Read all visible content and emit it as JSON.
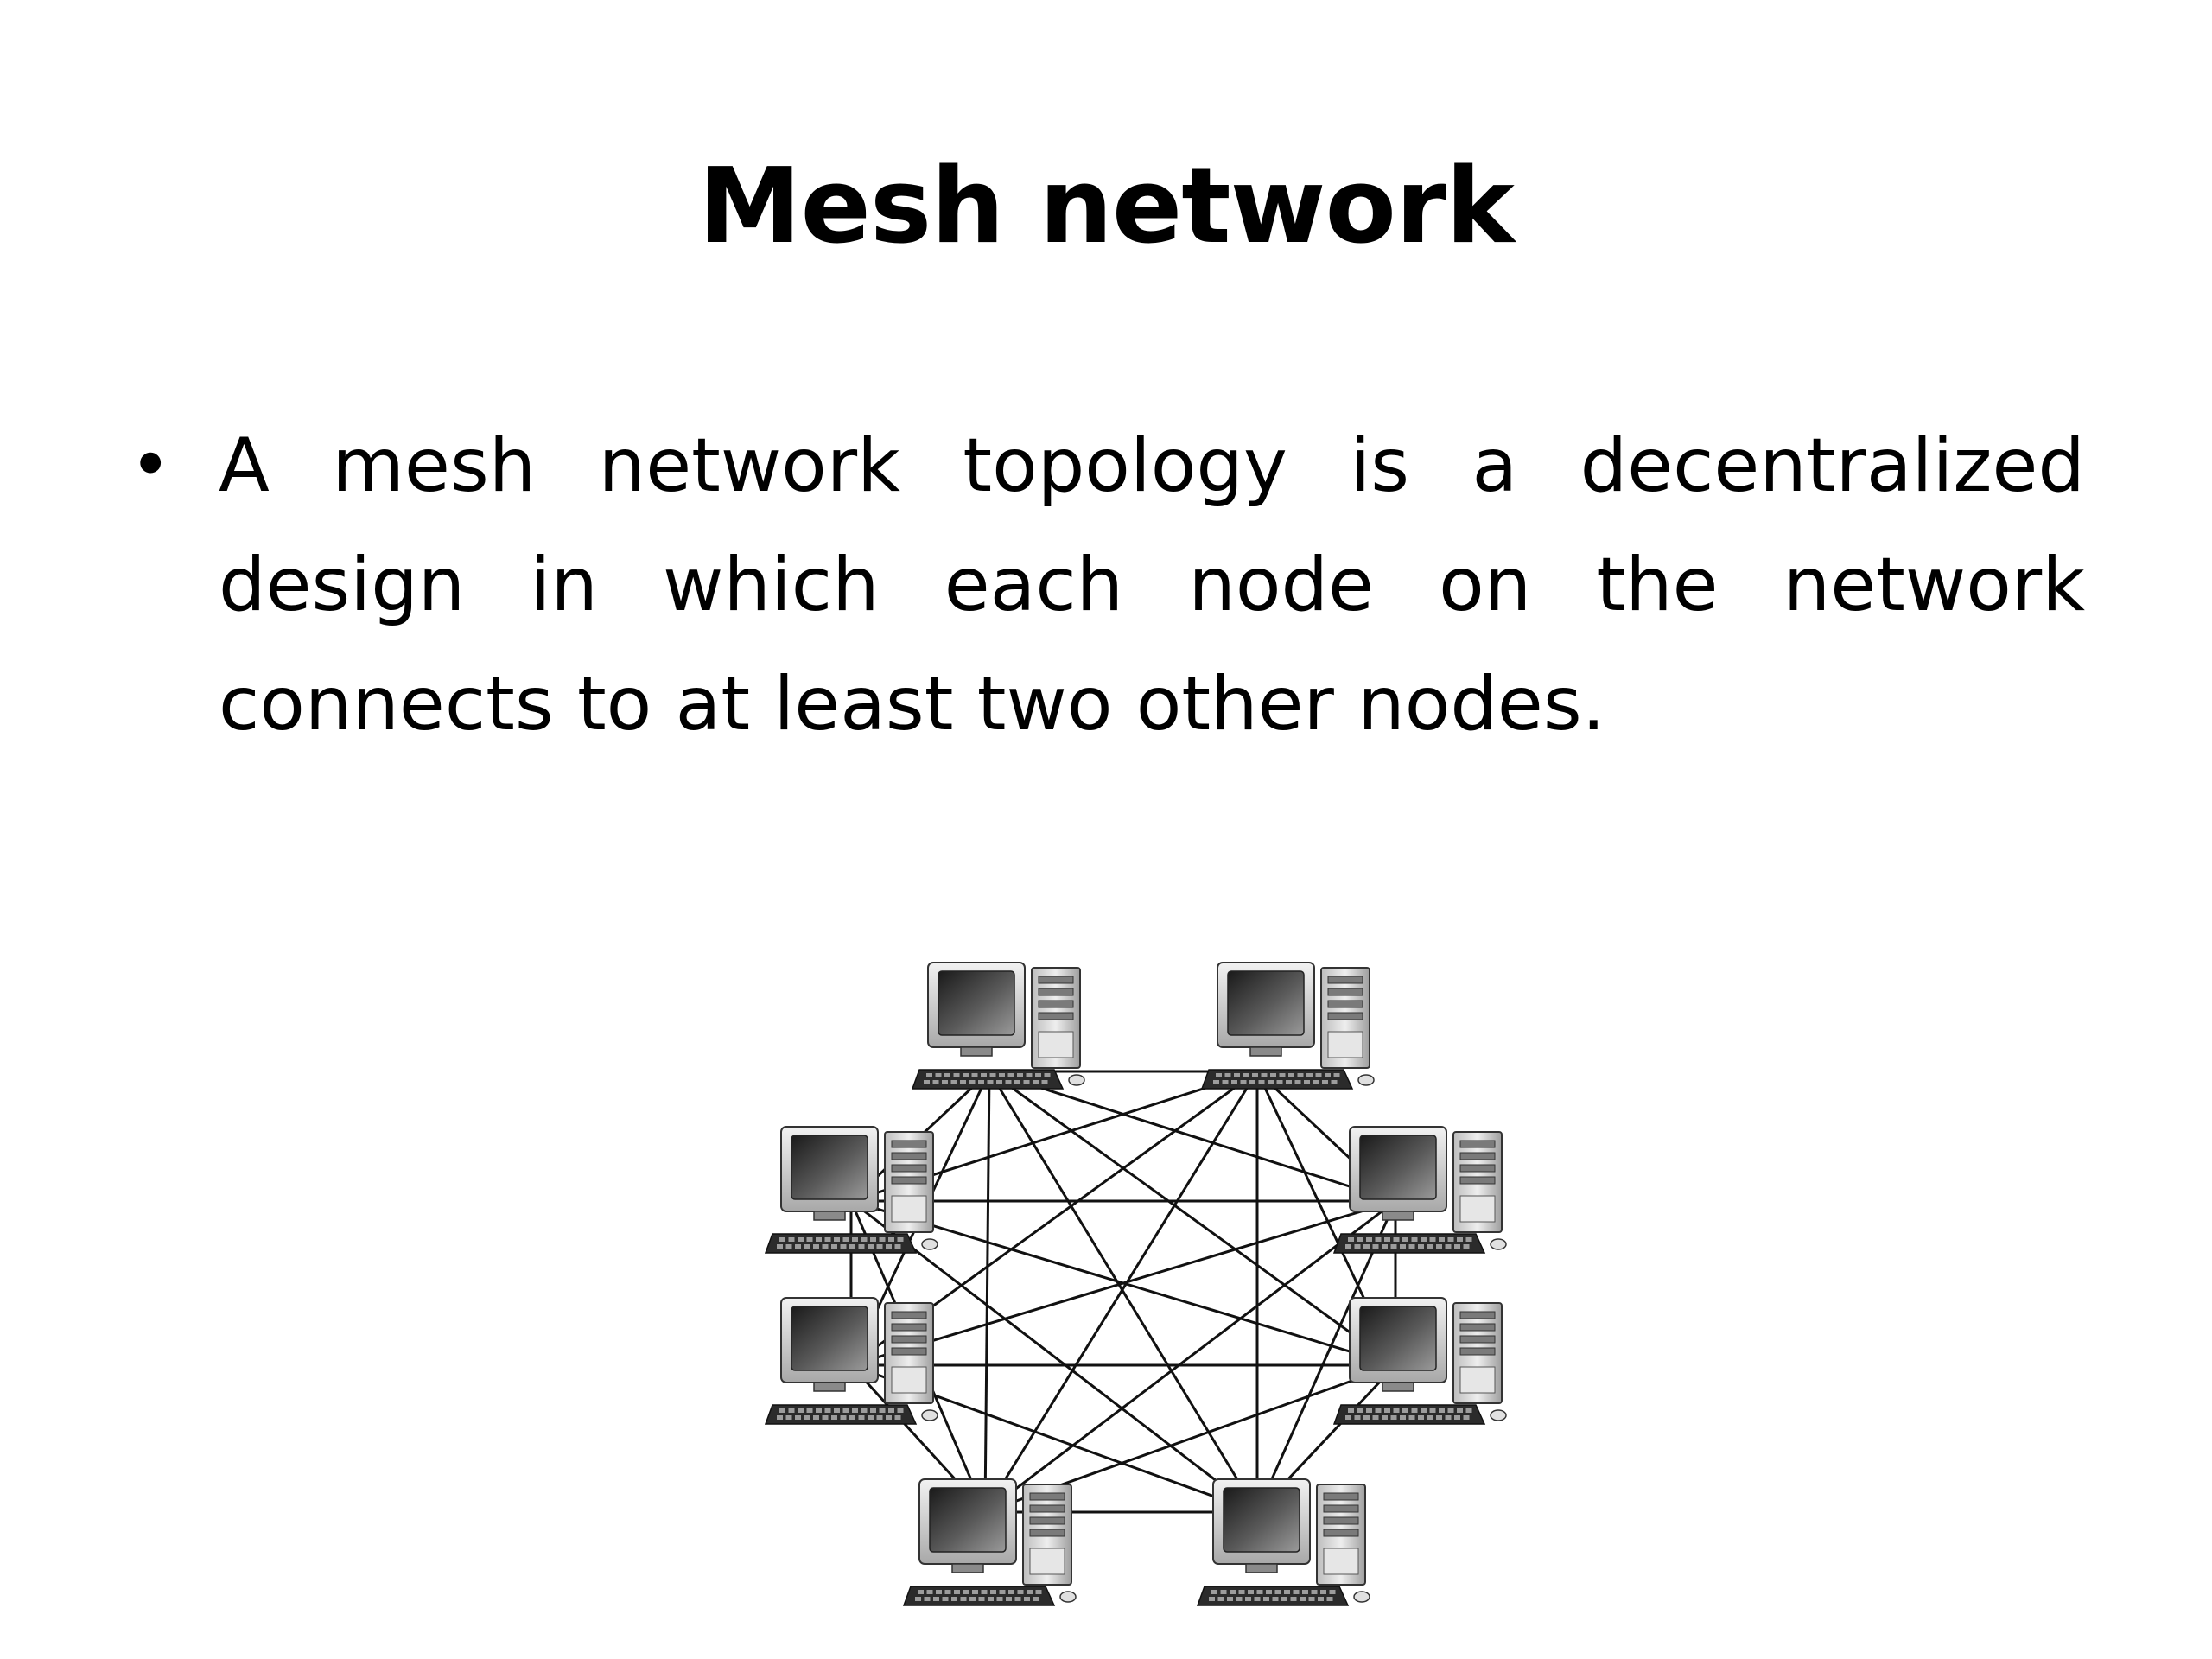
{
  "slide": {
    "title": "Mesh network",
    "bullets": [
      {
        "symbol": "•",
        "text": "A mesh network topology is a decentralized design in which each node on the network connects to at least two other nodes."
      }
    ]
  },
  "diagram": {
    "node_count": 8,
    "node_icon": "desktop-computer-icon",
    "colors": {
      "line": "#111111",
      "monitor_body": "#d9d9d9",
      "screen": "#3a3a3a",
      "tower": "#cfcfcf",
      "keyboard": "#2b2b2b"
    }
  }
}
